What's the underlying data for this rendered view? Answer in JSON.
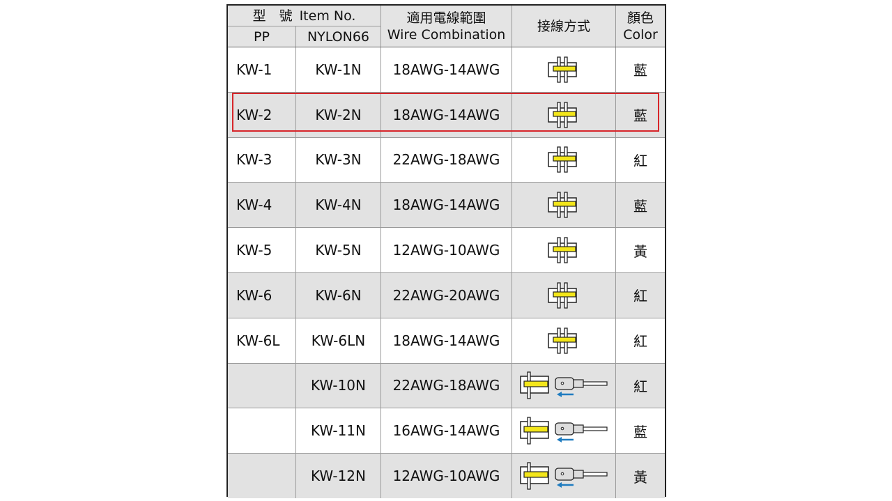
{
  "header": {
    "model_label": "型　號",
    "item_no": "Item No.",
    "pp": "PP",
    "nylon": "NYLON66",
    "wire_zh": "適用電線範圍",
    "wire_en": "Wire Combination",
    "connection_zh": "接線方式",
    "color_zh": "顏色",
    "color_en": "Color"
  },
  "colors": {
    "header_bg": "#e4e4e4",
    "alt_row_bg": "#e2e2e2",
    "highlight": "#d7262a",
    "tab_yellow": "#f3e61a",
    "arrow_blue": "#1f7cc0"
  },
  "rows": [
    {
      "pp": "KW-1",
      "nylon": "KW-1N",
      "wire": "18AWG-14AWG",
      "color": "藍",
      "icon": "tab-connector-icon"
    },
    {
      "pp": "KW-2",
      "nylon": "KW-2N",
      "wire": "18AWG-14AWG",
      "color": "藍",
      "icon": "tab-connector-icon"
    },
    {
      "pp": "KW-3",
      "nylon": "KW-3N",
      "wire": "22AWG-18AWG",
      "color": "紅",
      "icon": "tab-connector-icon"
    },
    {
      "pp": "KW-4",
      "nylon": "KW-4N",
      "wire": "18AWG-14AWG",
      "color": "藍",
      "icon": "tab-connector-icon"
    },
    {
      "pp": "KW-5",
      "nylon": "KW-5N",
      "wire": "12AWG-10AWG",
      "color": "黃",
      "icon": "tab-connector-icon"
    },
    {
      "pp": "KW-6",
      "nylon": "KW-6N",
      "wire": "22AWG-20AWG",
      "color": "紅",
      "icon": "tab-connector-icon"
    },
    {
      "pp": "KW-6L",
      "nylon": "KW-6LN",
      "wire": "18AWG-14AWG",
      "color": "紅",
      "icon": "tab-connector-icon"
    },
    {
      "pp": "",
      "nylon": "KW-10N",
      "wire": "22AWG-18AWG",
      "color": "紅",
      "icon": "tab-with-terminal-icon"
    },
    {
      "pp": "",
      "nylon": "KW-11N",
      "wire": "16AWG-14AWG",
      "color": "藍",
      "icon": "tab-with-terminal-icon"
    },
    {
      "pp": "",
      "nylon": "KW-12N",
      "wire": "12AWG-10AWG",
      "color": "黃",
      "icon": "tab-with-terminal-icon"
    }
  ]
}
